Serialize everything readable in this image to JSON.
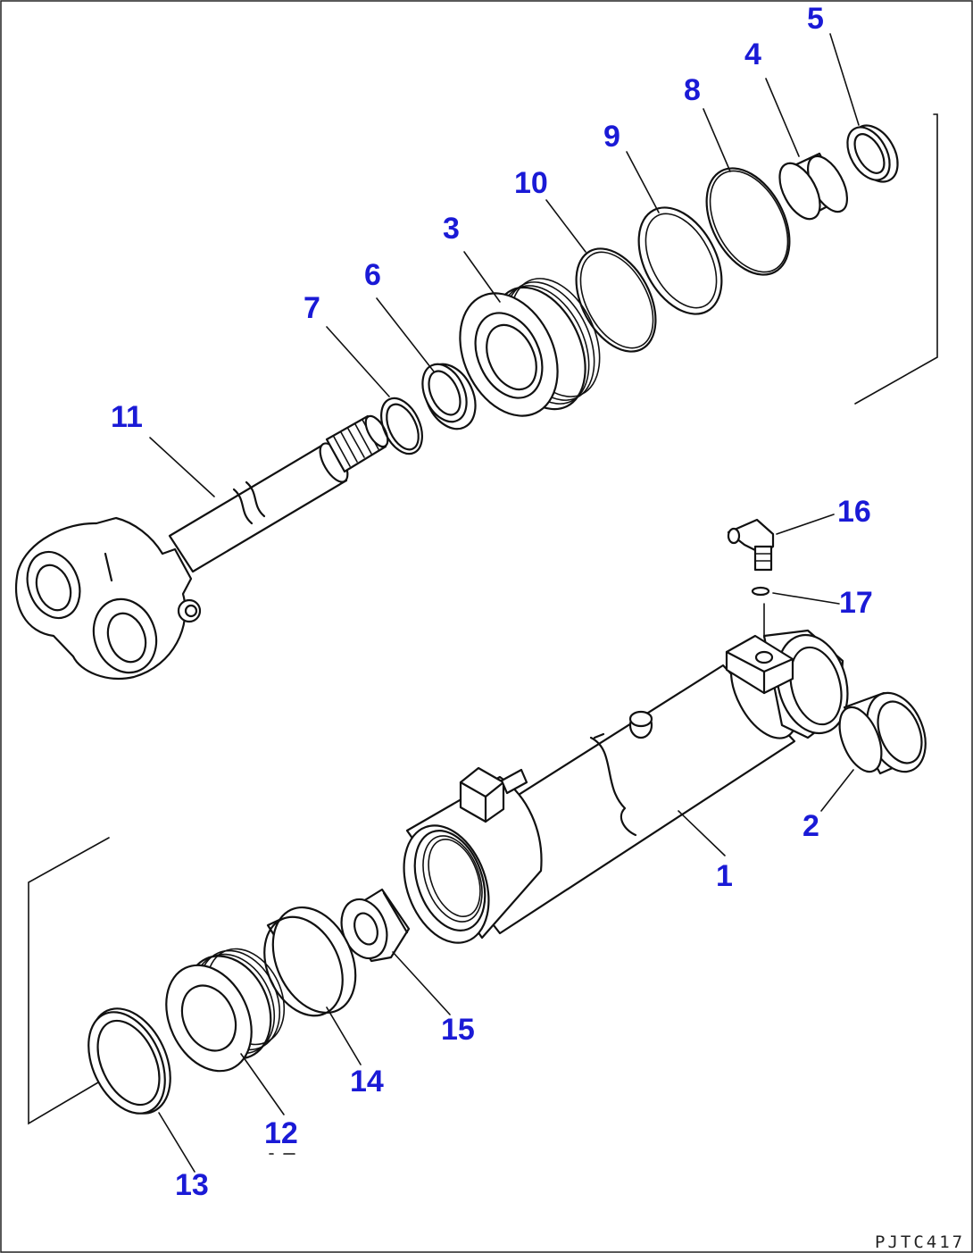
{
  "labels": {
    "p1": "1",
    "p2": "2",
    "p3": "3",
    "p4": "4",
    "p5": "5",
    "p6": "6",
    "p7": "7",
    "p8": "8",
    "p9": "9",
    "p10": "10",
    "p11": "11",
    "p12": "12",
    "p13": "13",
    "p14": "14",
    "p15": "15",
    "p16": "16",
    "p17": "17"
  },
  "reference_code": "PJTC417",
  "colors": {
    "label": "#1a1ad6",
    "line": "#111111",
    "background": "#ffffff"
  }
}
